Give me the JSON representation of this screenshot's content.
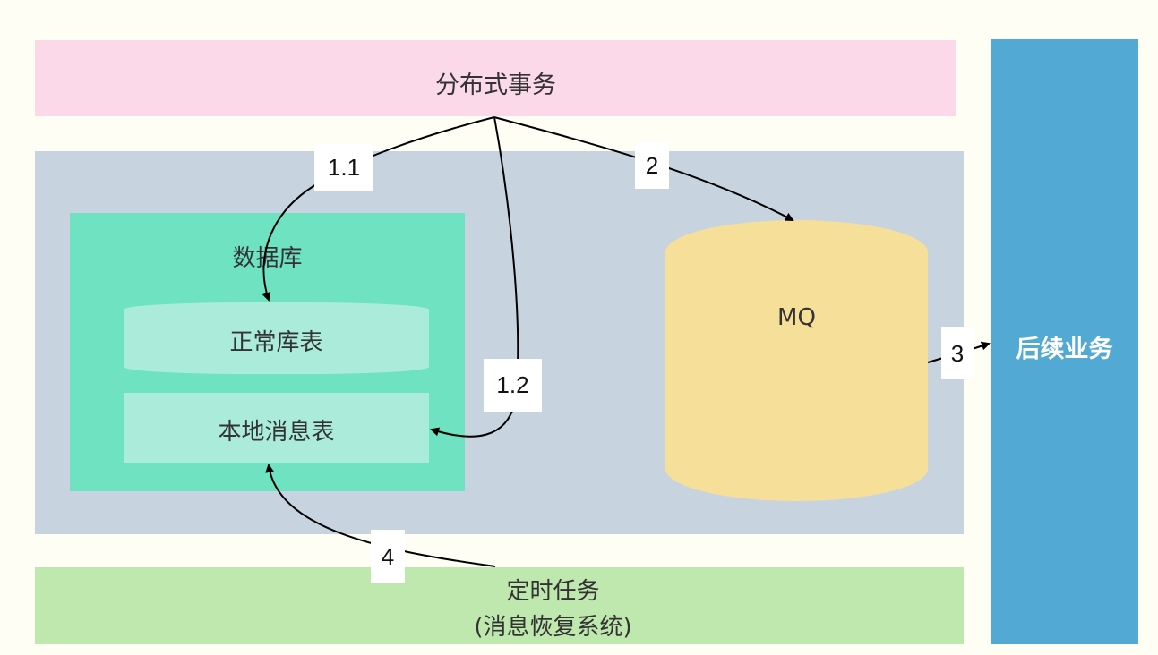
{
  "diagram": {
    "distributed_transaction": {
      "label": "分布式事务"
    },
    "database": {
      "title": "数据库",
      "tables": [
        {
          "label": "正常库表"
        },
        {
          "label": "本地消息表"
        }
      ]
    },
    "mq": {
      "label": "MQ"
    },
    "follow_up_business": {
      "label": "后续业务"
    },
    "scheduled_task": {
      "line1": "定时任务",
      "line2": "(消息恢复系统)"
    },
    "steps": [
      {
        "id": "1.1",
        "from": "分布式事务",
        "to": "正常库表"
      },
      {
        "id": "1.2",
        "from": "分布式事务",
        "to": "本地消息表"
      },
      {
        "id": "2",
        "from": "分布式事务",
        "to": "MQ"
      },
      {
        "id": "3",
        "from": "MQ",
        "to": "后续业务"
      },
      {
        "id": "4",
        "from": "定时任务",
        "to": "本地消息表"
      }
    ],
    "colors": {
      "background": "#fefef4",
      "distributed_transaction": "#fbd9e9",
      "service_area": "#c7d3df",
      "database": "#6fe2c2",
      "table": "#aaecd9",
      "mq": "#f6df99",
      "follow_up_business": "#52a9d4",
      "scheduled_task": "#bee8ad"
    }
  }
}
